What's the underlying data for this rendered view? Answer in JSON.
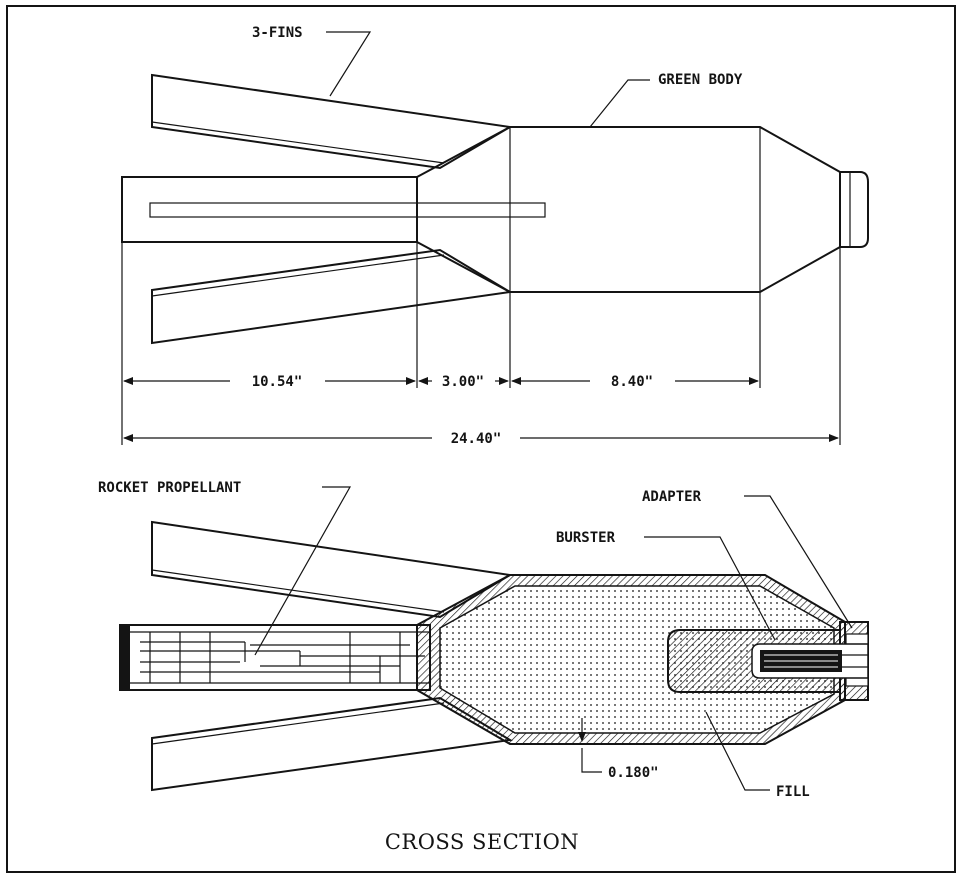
{
  "diagram": {
    "top_view": {
      "labels": {
        "fins": "3-FINS",
        "body": "GREEN BODY"
      },
      "dimensions": {
        "d1": "10.54\"",
        "d2": "3.00\"",
        "d3": "8.40\"",
        "total": "24.40\""
      }
    },
    "cross_section": {
      "labels": {
        "propellant": "ROCKET PROPELLANT",
        "adapter": "ADAPTER",
        "burster": "BURSTER",
        "thickness": "0.180\"",
        "fill": "FILL"
      },
      "caption": "CROSS SECTION"
    },
    "colors": {
      "ink": "#141414",
      "paper": "#ffffff"
    }
  }
}
